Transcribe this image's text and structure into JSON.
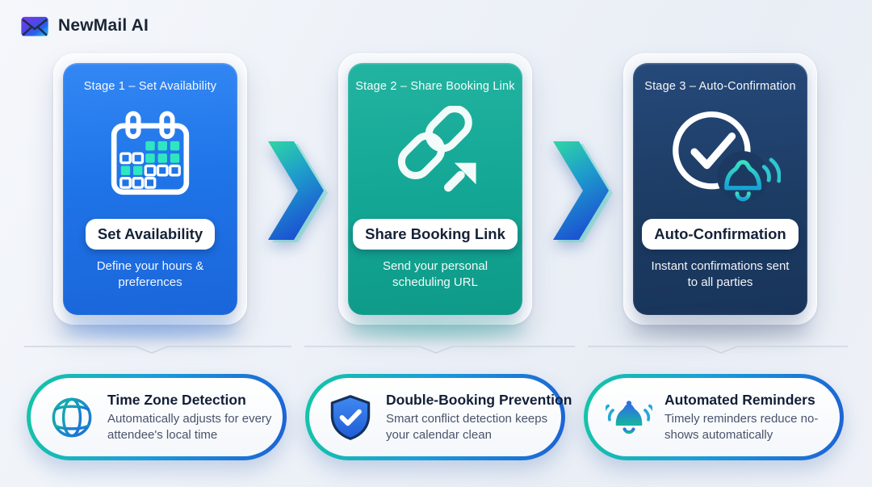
{
  "brand": {
    "name": "NewMail AI",
    "logo_icon": "envelope-icon"
  },
  "stages": [
    {
      "label": "Stage 1 – Set Availability",
      "title": "Set Availability",
      "description": "Define your hours & preferences",
      "icon": "calendar-icon",
      "card_color": "#1f74e8"
    },
    {
      "label": "Stage 2 – Share Booking Link",
      "title": "Share Booking Link",
      "description": "Send your personal scheduling URL",
      "icon": "link-arrow-icon",
      "card_color": "#14a795"
    },
    {
      "label": "Stage 3 – Auto-Confirmation",
      "title": "Auto-Confirmation",
      "description": "Instant confirmations sent to all parties",
      "icon": "check-circle-bell-icon",
      "card_color": "#1d3c64"
    }
  ],
  "connectors": {
    "icon": "chevron-right-arrow",
    "gradient": [
      "#30d6a4",
      "#1b55d2"
    ]
  },
  "features": [
    {
      "title": "Time Zone Detection",
      "description": "Automatically adjusts for every attendee's local time",
      "icon": "globe-icon"
    },
    {
      "title": "Double-Booking Prevention",
      "description": "Smart conflict detection keeps your calendar clean",
      "icon": "shield-check-icon"
    },
    {
      "title": "Automated Reminders",
      "description": "Timely reminders reduce no-shows automatically",
      "icon": "bell-icon"
    }
  ],
  "colors": {
    "stage1_blue": "#1f74e8",
    "stage2_teal": "#14a795",
    "stage3_navy": "#1d3c64",
    "accent_teal": "#17c9a8",
    "accent_blue": "#1d64d8",
    "teal_fill": "#2ee6c0",
    "title_navy": "#15213a",
    "body_gray": "#49536a"
  }
}
